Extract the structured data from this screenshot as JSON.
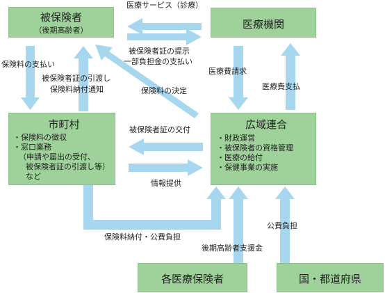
{
  "boxes": {
    "insured": {
      "title": "被保険者",
      "subtitle": "（後期高齢者）"
    },
    "medical": {
      "title": "医療機関"
    },
    "municipality": {
      "title": "市町村",
      "items": [
        "・保険料の徴収",
        "・窓口業務",
        "（申請や届出の受付、",
        "被保険者証の引渡し等）",
        "など"
      ]
    },
    "union": {
      "title": "広域連合",
      "items": [
        "・財政運営",
        "・被保険者の資格管理",
        "・医療の給付",
        "・保健事業の実施"
      ]
    },
    "insurers": {
      "title": "各医療保険者"
    },
    "government": {
      "title": "国・都道府県"
    }
  },
  "labels": {
    "medical_service": "医療サービス（診療）",
    "card_present": "被保険者証の提示",
    "copay": "一部負担金の支払い",
    "premium_pay": "保険料の支払い",
    "card_handover": "被保険者証の引渡し",
    "premium_notice": "保険料納付通知",
    "premium_decision": "保険料の決定",
    "medical_claim": "医療費請求",
    "medical_payment": "医療費支払",
    "card_issue": "被保険者証の交付",
    "info_provide": "情報提供",
    "premium_public": "保険料納付・公費負担",
    "support_fund": "後期高齢者支援金",
    "public_burden": "公費負担"
  },
  "colors": {
    "box_fill": "#9ed29a",
    "arrow_fill": "#a7d7ee"
  }
}
